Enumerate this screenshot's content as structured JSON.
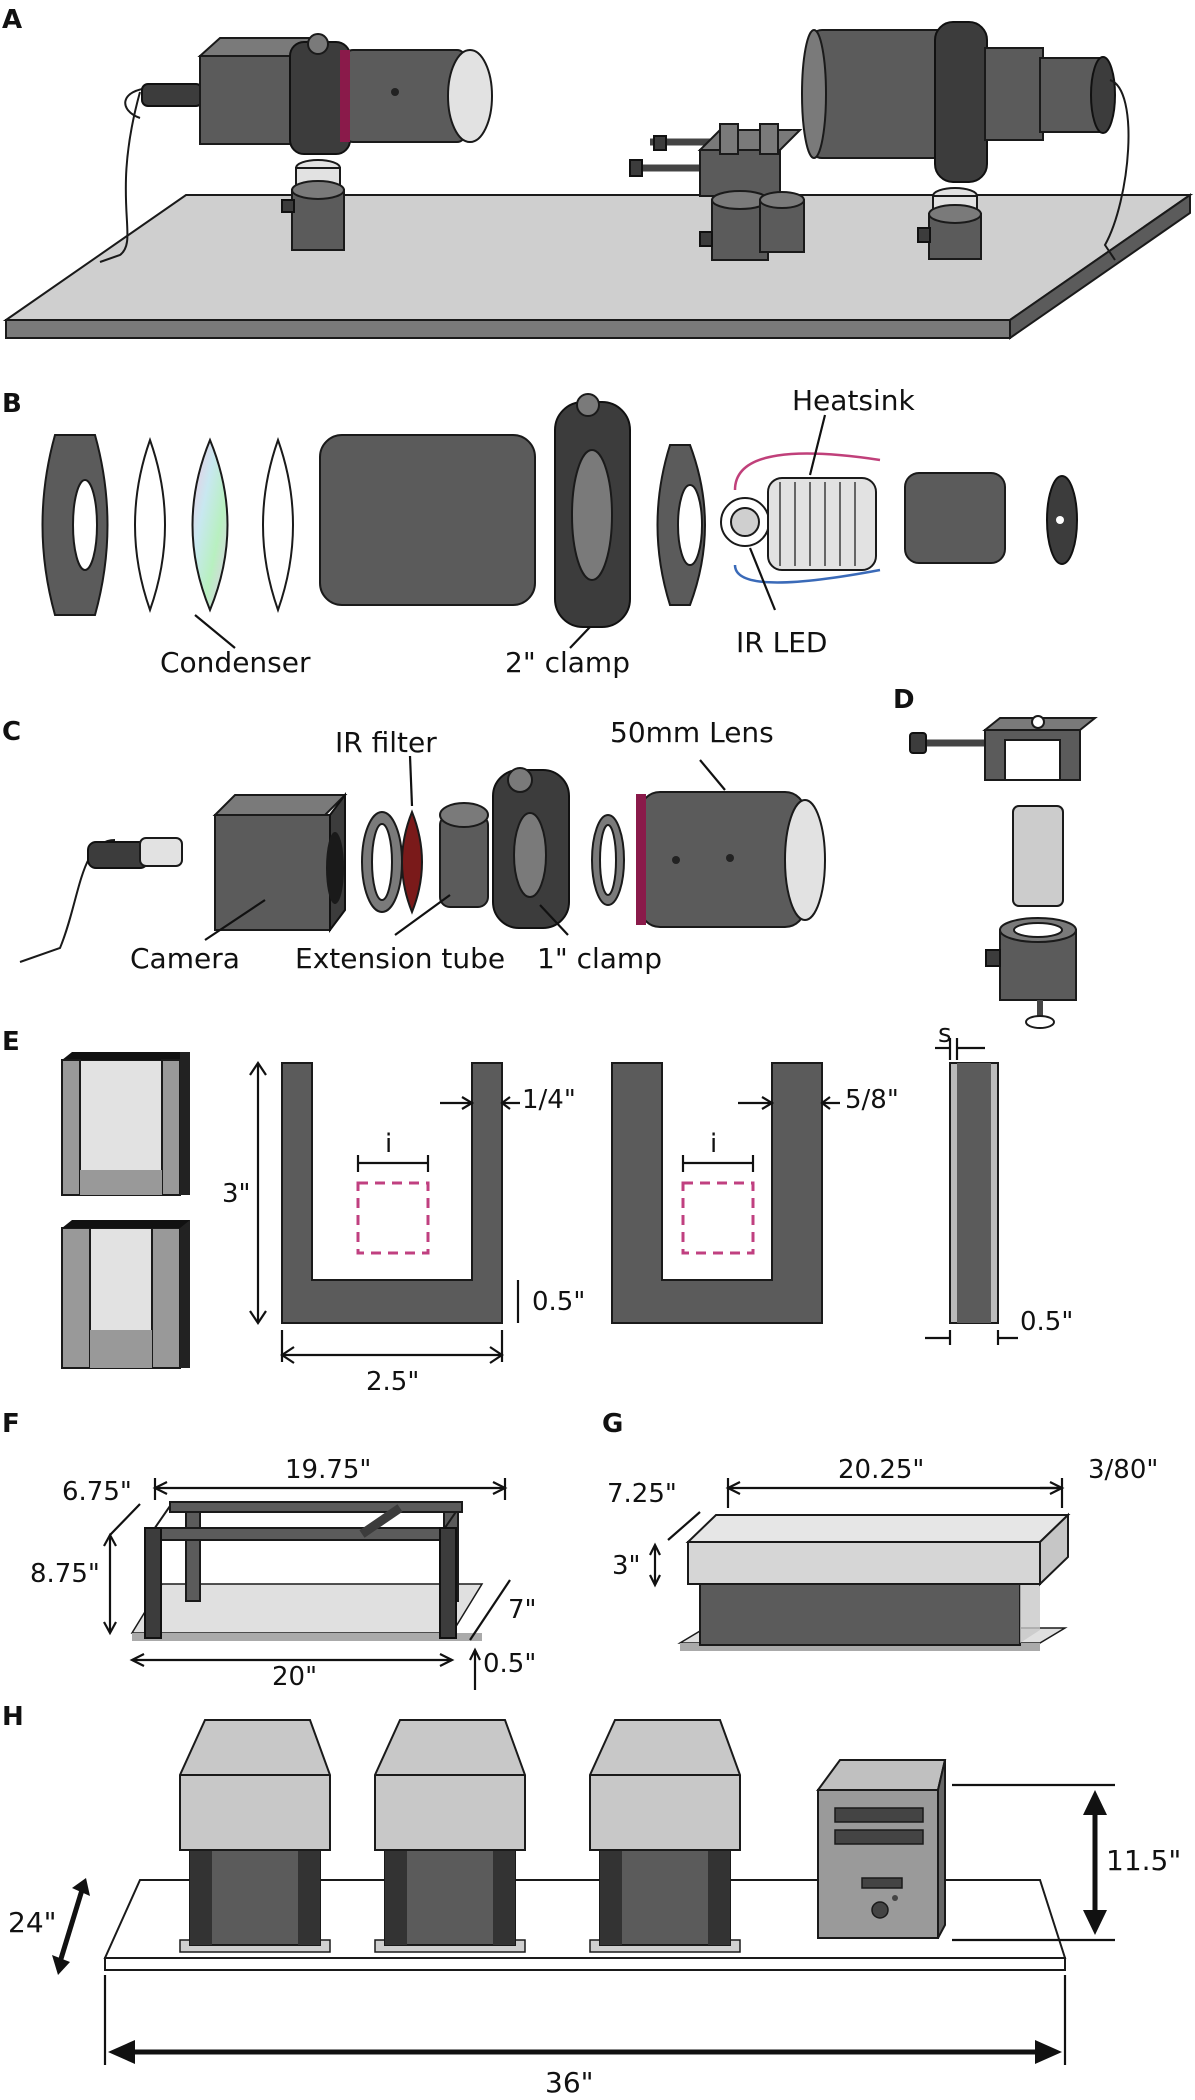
{
  "panels": {
    "A": {
      "letter": "A"
    },
    "B": {
      "letter": "B",
      "labels": {
        "heatsink": "Heatsink",
        "condenser": "Condenser",
        "clamp2": "2\" clamp",
        "ir_led": "IR LED"
      }
    },
    "C": {
      "letter": "C",
      "labels": {
        "ir_filter": "IR filter",
        "lens50": "50mm Lens",
        "camera": "Camera",
        "extension_tube": "Extension tube",
        "clamp1": "1\" clamp"
      }
    },
    "D": {
      "letter": "D"
    },
    "E": {
      "letter": "E",
      "dims": {
        "s": "s",
        "quarter": "1/4\"",
        "fiveeighths": "5/8\"",
        "i1": "i",
        "i2": "i",
        "h3": "3\"",
        "half1": "0.5\"",
        "w25": "2.5\"",
        "half2": "0.5\""
      }
    },
    "F": {
      "letter": "F",
      "dims": {
        "w1975": "19.75\"",
        "d675": "6.75\"",
        "h875": "8.75\"",
        "d7": "7\"",
        "w20": "20\"",
        "t05": "0.5\""
      }
    },
    "G": {
      "letter": "G",
      "dims": {
        "w2025": "20.25\"",
        "t380": "3/80\"",
        "d725": "7.25\"",
        "h3": "3\""
      }
    },
    "H": {
      "letter": "H",
      "dims": {
        "h115": "11.5\"",
        "d24": "24\"",
        "w36": "36\""
      }
    }
  },
  "colors": {
    "ir_filter": "#7a1a1a",
    "lens_ring": "#8a1a4a",
    "magenta_wire": "#c0407a",
    "blue_wire": "#3a6ab8",
    "dash_box": "#c04080"
  }
}
